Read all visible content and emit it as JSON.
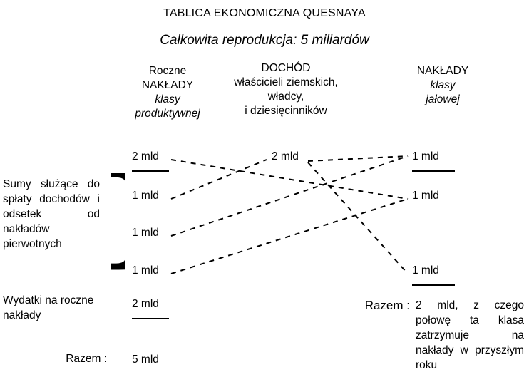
{
  "title": {
    "main": "TABLICA EKONOMICZNA QUESNAYA",
    "subtitle": "Całkowita reprodukcja: 5 miliardów"
  },
  "columns": {
    "productive": {
      "line1": "Roczne",
      "line2": "NAKŁADY",
      "line3": "klasy",
      "line4": "produktywnej"
    },
    "income": {
      "line1": "DOCHÓD",
      "line2": "właścicieli ziemskich,",
      "line3": "władcy,",
      "line4": "i dziesięcinników"
    },
    "sterile": {
      "line1": "NAKŁADY",
      "line2": "klasy",
      "line3": "jałowej"
    }
  },
  "labels": {
    "sums_note": "Sumy służące do spłaty dochodów i odsetek od nakładów pierwotnych",
    "annual_outlays": "Wydatki na roczne nakłady",
    "total_left": "Razem :",
    "total_right": "Razem :",
    "brace_glyph": "}"
  },
  "amounts": {
    "productive": {
      "row1": "2 mld",
      "row2": "1 mld",
      "row3": "1 mld",
      "row4": "1 mld",
      "outlays": "2 mld",
      "total": "5 mld"
    },
    "income": {
      "row1": "2 mld"
    },
    "sterile": {
      "row1": "1 mld",
      "row2": "1 mld",
      "row3": "1 mld"
    }
  },
  "summary": {
    "right_text": "2 mld, z czego połowę ta klasa zatrzymuje na nakłady w przyszłym roku"
  },
  "chart_data": {
    "type": "diagram",
    "title": "TABLICA EKONOMICZNA QUESNAYA",
    "subtitle": "Całkowita reprodukcja: 5 miliardów",
    "unit": "mld",
    "columns": [
      "Roczne NAKŁADY klasy produktywnej",
      "DOCHÓD właścicieli ziemskich, władcy, i dziesięcinników",
      "NAKŁADY klasy jałowej"
    ],
    "nodes": [
      {
        "id": "P1",
        "column": "productive",
        "value": 2,
        "label": "2 mld",
        "ruled": true
      },
      {
        "id": "P2",
        "column": "productive",
        "value": 1,
        "label": "1 mld",
        "ruled": false
      },
      {
        "id": "P3",
        "column": "productive",
        "value": 1,
        "label": "1 mld",
        "ruled": false
      },
      {
        "id": "P4",
        "column": "productive",
        "value": 1,
        "label": "1 mld",
        "ruled": false
      },
      {
        "id": "P5",
        "column": "productive",
        "value": 2,
        "label": "2 mld",
        "ruled": true
      },
      {
        "id": "M1",
        "column": "income",
        "value": 2,
        "label": "2 mld",
        "ruled": false
      },
      {
        "id": "S1",
        "column": "sterile",
        "value": 1,
        "label": "1 mld",
        "ruled": true
      },
      {
        "id": "S2",
        "column": "sterile",
        "value": 1,
        "label": "1 mld",
        "ruled": false
      },
      {
        "id": "S3",
        "column": "sterile",
        "value": 1,
        "label": "1 mld",
        "ruled": true
      }
    ],
    "flows": [
      {
        "from": "P1",
        "to": "S2",
        "style": "dashed"
      },
      {
        "from": "P2",
        "to": "M1",
        "style": "dashed"
      },
      {
        "from": "M1",
        "to": "S1",
        "style": "dashed"
      },
      {
        "from": "P3",
        "to": "S1",
        "style": "dashed"
      },
      {
        "from": "P4",
        "to": "S2",
        "style": "dashed"
      },
      {
        "from": "M1",
        "to": "S3",
        "style": "dashed"
      }
    ],
    "totals": {
      "productive_total": 5,
      "sterile_total": 2,
      "productive_total_label": "5 mld",
      "sterile_total_label": "2 mld, z czego połowę ta klasa zatrzymuje na nakłady w przyszłym roku"
    },
    "colors": {
      "background": "#ffffff",
      "ink": "#000000"
    }
  }
}
